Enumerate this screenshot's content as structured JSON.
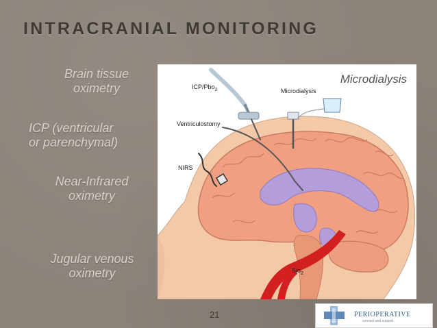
{
  "slide": {
    "title": "INTRACRANIAL MONITORING",
    "page_number": "21"
  },
  "labels": {
    "brain_tissue_line1": "Brain tissue",
    "brain_tissue_line2": "oximetry",
    "icp_line1": "ICP (ventricular",
    "icp_line2": "or parenchymal)",
    "nirs_line1": "Near-Infrared",
    "nirs_line2": "oximetry",
    "jugular_line1": "Jugular venous",
    "jugular_line2": "oximetry"
  },
  "figure": {
    "title": "Microdialysis",
    "callouts": {
      "icp_pbo": "ICP/Pbo",
      "icp_pbo_sub": "2",
      "microdialysis": "Microdialysis",
      "ventriculostomy": "Ventriculostomy",
      "nirs": "NIRS",
      "sjo": "Sjo",
      "sjo_sub": "2"
    },
    "colors": {
      "skin": "#f3c9a8",
      "brain": "#f0a081",
      "ventricle": "#b39ddb",
      "artery": "#d22020"
    }
  },
  "logo": {
    "name": "PERIOPERATIVE",
    "tagline": "connect and support"
  }
}
